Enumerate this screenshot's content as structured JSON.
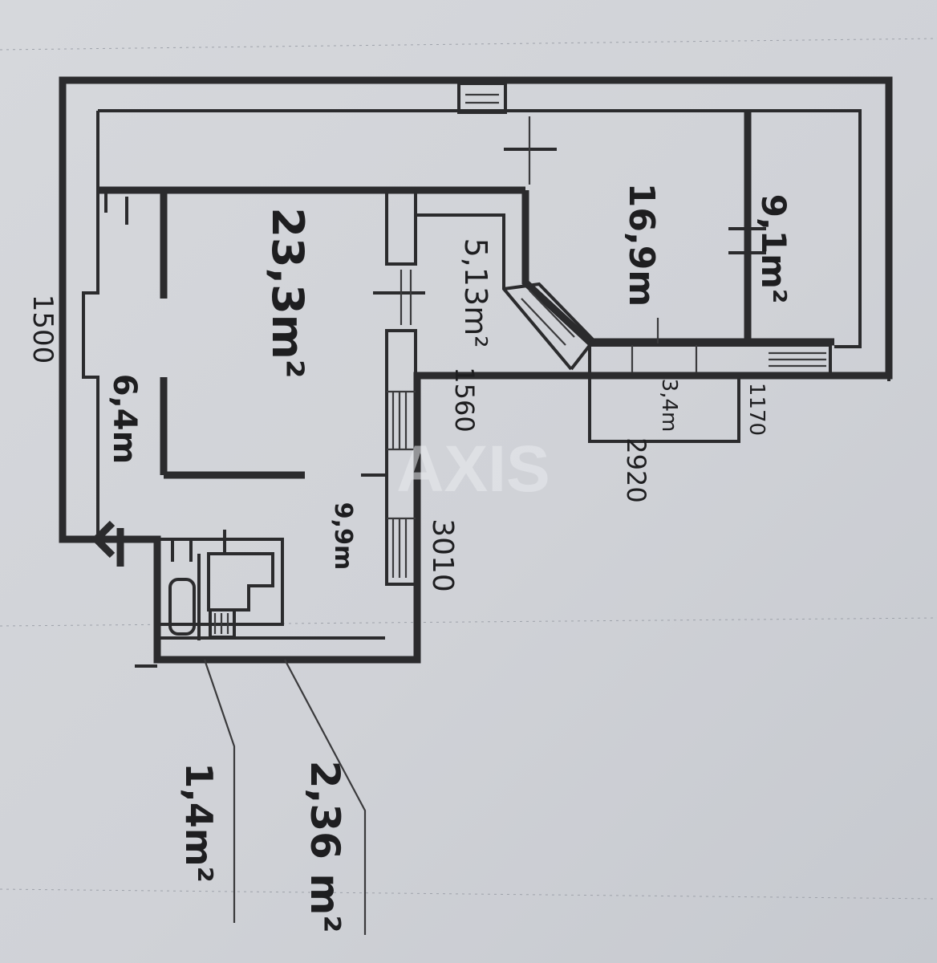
{
  "plan": {
    "dimensions": {
      "overall": "1500",
      "d1560": "1560",
      "d3010": "3010",
      "d2920": "2920",
      "d1170": "1170"
    },
    "rooms": {
      "living": "23,3m²",
      "room2": "16,9m",
      "room3": "9,1m²",
      "kitchen": "5,13m²",
      "hall": "6,4m",
      "corridor": "9,9m",
      "pantry": "3,4m",
      "toilet": "1,4m²",
      "bath": "2,36 m²"
    },
    "watermark": "AXIS"
  }
}
